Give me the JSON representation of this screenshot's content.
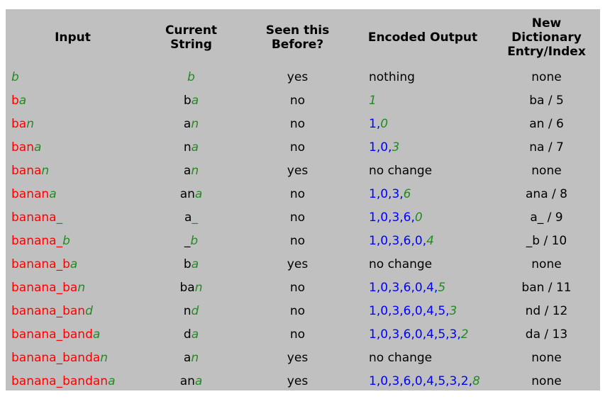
{
  "colors": {
    "background": "#c0c0c0",
    "prefix": "#ff0000",
    "new_char": "#228b22",
    "output": "#0000ff",
    "text": "#000000"
  },
  "headers": {
    "input": "Input",
    "current_string": "Current String",
    "seen_before": "Seen this Before?",
    "encoded_output": "Encoded Output",
    "new_entry": "New Dictionary Entry/Index"
  },
  "rows": [
    {
      "input_prefix": "",
      "input_new": "b",
      "current_prefix": "",
      "current_new": "b",
      "seen": "yes",
      "output_prefix": "nothing",
      "output_new": "",
      "entry": "none"
    },
    {
      "input_prefix": "b",
      "input_new": "a",
      "current_prefix": "b",
      "current_new": "a",
      "seen": "no",
      "output_prefix": "",
      "output_new": "1",
      "entry": "ba / 5"
    },
    {
      "input_prefix": "ba",
      "input_new": "n",
      "current_prefix": "a",
      "current_new": "n",
      "seen": "no",
      "output_prefix": "1,",
      "output_new": "0",
      "entry": "an / 6"
    },
    {
      "input_prefix": "ban",
      "input_new": "a",
      "current_prefix": "n",
      "current_new": "a",
      "seen": "no",
      "output_prefix": "1,0,",
      "output_new": "3",
      "entry": "na / 7"
    },
    {
      "input_prefix": "bana",
      "input_new": "n",
      "current_prefix": "a",
      "current_new": "n",
      "seen": "yes",
      "output_prefix": "no change",
      "output_new": "",
      "entry": "none"
    },
    {
      "input_prefix": "banan",
      "input_new": "a",
      "current_prefix": "an",
      "current_new": "a",
      "seen": "no",
      "output_prefix": "1,0,3,",
      "output_new": "6",
      "entry": "ana / 8"
    },
    {
      "input_prefix": "banana",
      "input_new": "_",
      "current_prefix": "a",
      "current_new": "_",
      "seen": "no",
      "output_prefix": "1,0,3,6,",
      "output_new": "0",
      "entry": "a_ / 9"
    },
    {
      "input_prefix": "banana_",
      "input_new": "b",
      "current_prefix": "_",
      "current_new": "b",
      "seen": "no",
      "output_prefix": "1,0,3,6,0,",
      "output_new": "4",
      "entry": "_b / 10"
    },
    {
      "input_prefix": "banana_b",
      "input_new": "a",
      "current_prefix": "b",
      "current_new": "a",
      "seen": "yes",
      "output_prefix": "no change",
      "output_new": "",
      "entry": "none"
    },
    {
      "input_prefix": "banana_ba",
      "input_new": "n",
      "current_prefix": "ba",
      "current_new": "n",
      "seen": "no",
      "output_prefix": "1,0,3,6,0,4,",
      "output_new": "5",
      "entry": "ban / 11"
    },
    {
      "input_prefix": "banana_ban",
      "input_new": "d",
      "current_prefix": "n",
      "current_new": "d",
      "seen": "no",
      "output_prefix": "1,0,3,6,0,4,5,",
      "output_new": "3",
      "entry": "nd / 12"
    },
    {
      "input_prefix": "banana_band",
      "input_new": "a",
      "current_prefix": "d",
      "current_new": "a",
      "seen": "no",
      "output_prefix": "1,0,3,6,0,4,5,3,",
      "output_new": "2",
      "entry": "da / 13"
    },
    {
      "input_prefix": "banana_banda",
      "input_new": "n",
      "current_prefix": "a",
      "current_new": "n",
      "seen": "yes",
      "output_prefix": "no change",
      "output_new": "",
      "entry": "none"
    },
    {
      "input_prefix": "banana_bandan",
      "input_new": "a",
      "current_prefix": "an",
      "current_new": "a",
      "seen": "yes",
      "output_prefix": "1,0,3,6,0,4,5,3,2,",
      "output_new": "8",
      "entry": "none"
    }
  ]
}
